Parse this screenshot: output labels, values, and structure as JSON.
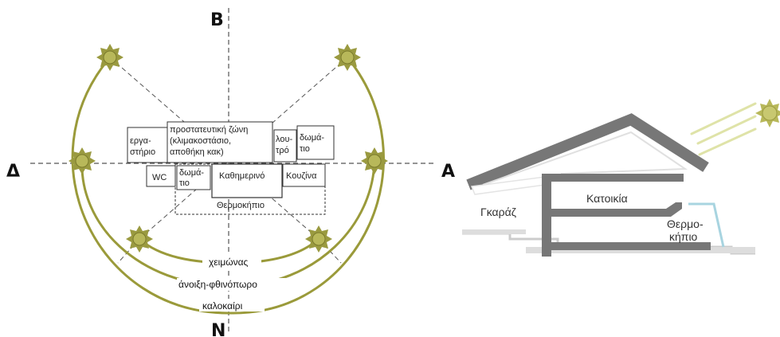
{
  "colors": {
    "arc": "#9a9a3a",
    "sun_fill": "#9a9a40",
    "sun_core": "#b8b85a",
    "dashed": "#555555",
    "room_border": "#333333",
    "house_wall": "#777777",
    "ground": "#cccccc",
    "sun_rays": "#dfe3a8",
    "greenhouse_glass": "#a8d4e0"
  },
  "compass": {
    "north": "B",
    "south": "N",
    "west": "Δ",
    "east": "A"
  },
  "plan": {
    "rooms": {
      "workshop": [
        "εργα-",
        "στήριο"
      ],
      "buffer_zone": [
        "προστατευτική ζώνη",
        "(κλιμακοστάσιο,",
        "αποθήκη κακ)"
      ],
      "bathroom": [
        "λου-",
        "τρό"
      ],
      "room_top": [
        "δωμά-",
        "τιο"
      ],
      "wc": "WC",
      "room_bottom": [
        "δωμά-",
        "τιο"
      ],
      "living": "Καθημερινό",
      "kitchen": "Κουζίνα",
      "greenhouse": "Θερμοκήπιο"
    },
    "seasons": {
      "winter": "χειμώνας",
      "spring_autumn": "άνοιξη-φθινόπωρο",
      "summer": "καλοκαίρι"
    }
  },
  "section": {
    "garage": "Γκαράζ",
    "house": "Κατοικία",
    "greenhouse": [
      "Θερμο-",
      "κήπιο"
    ]
  }
}
